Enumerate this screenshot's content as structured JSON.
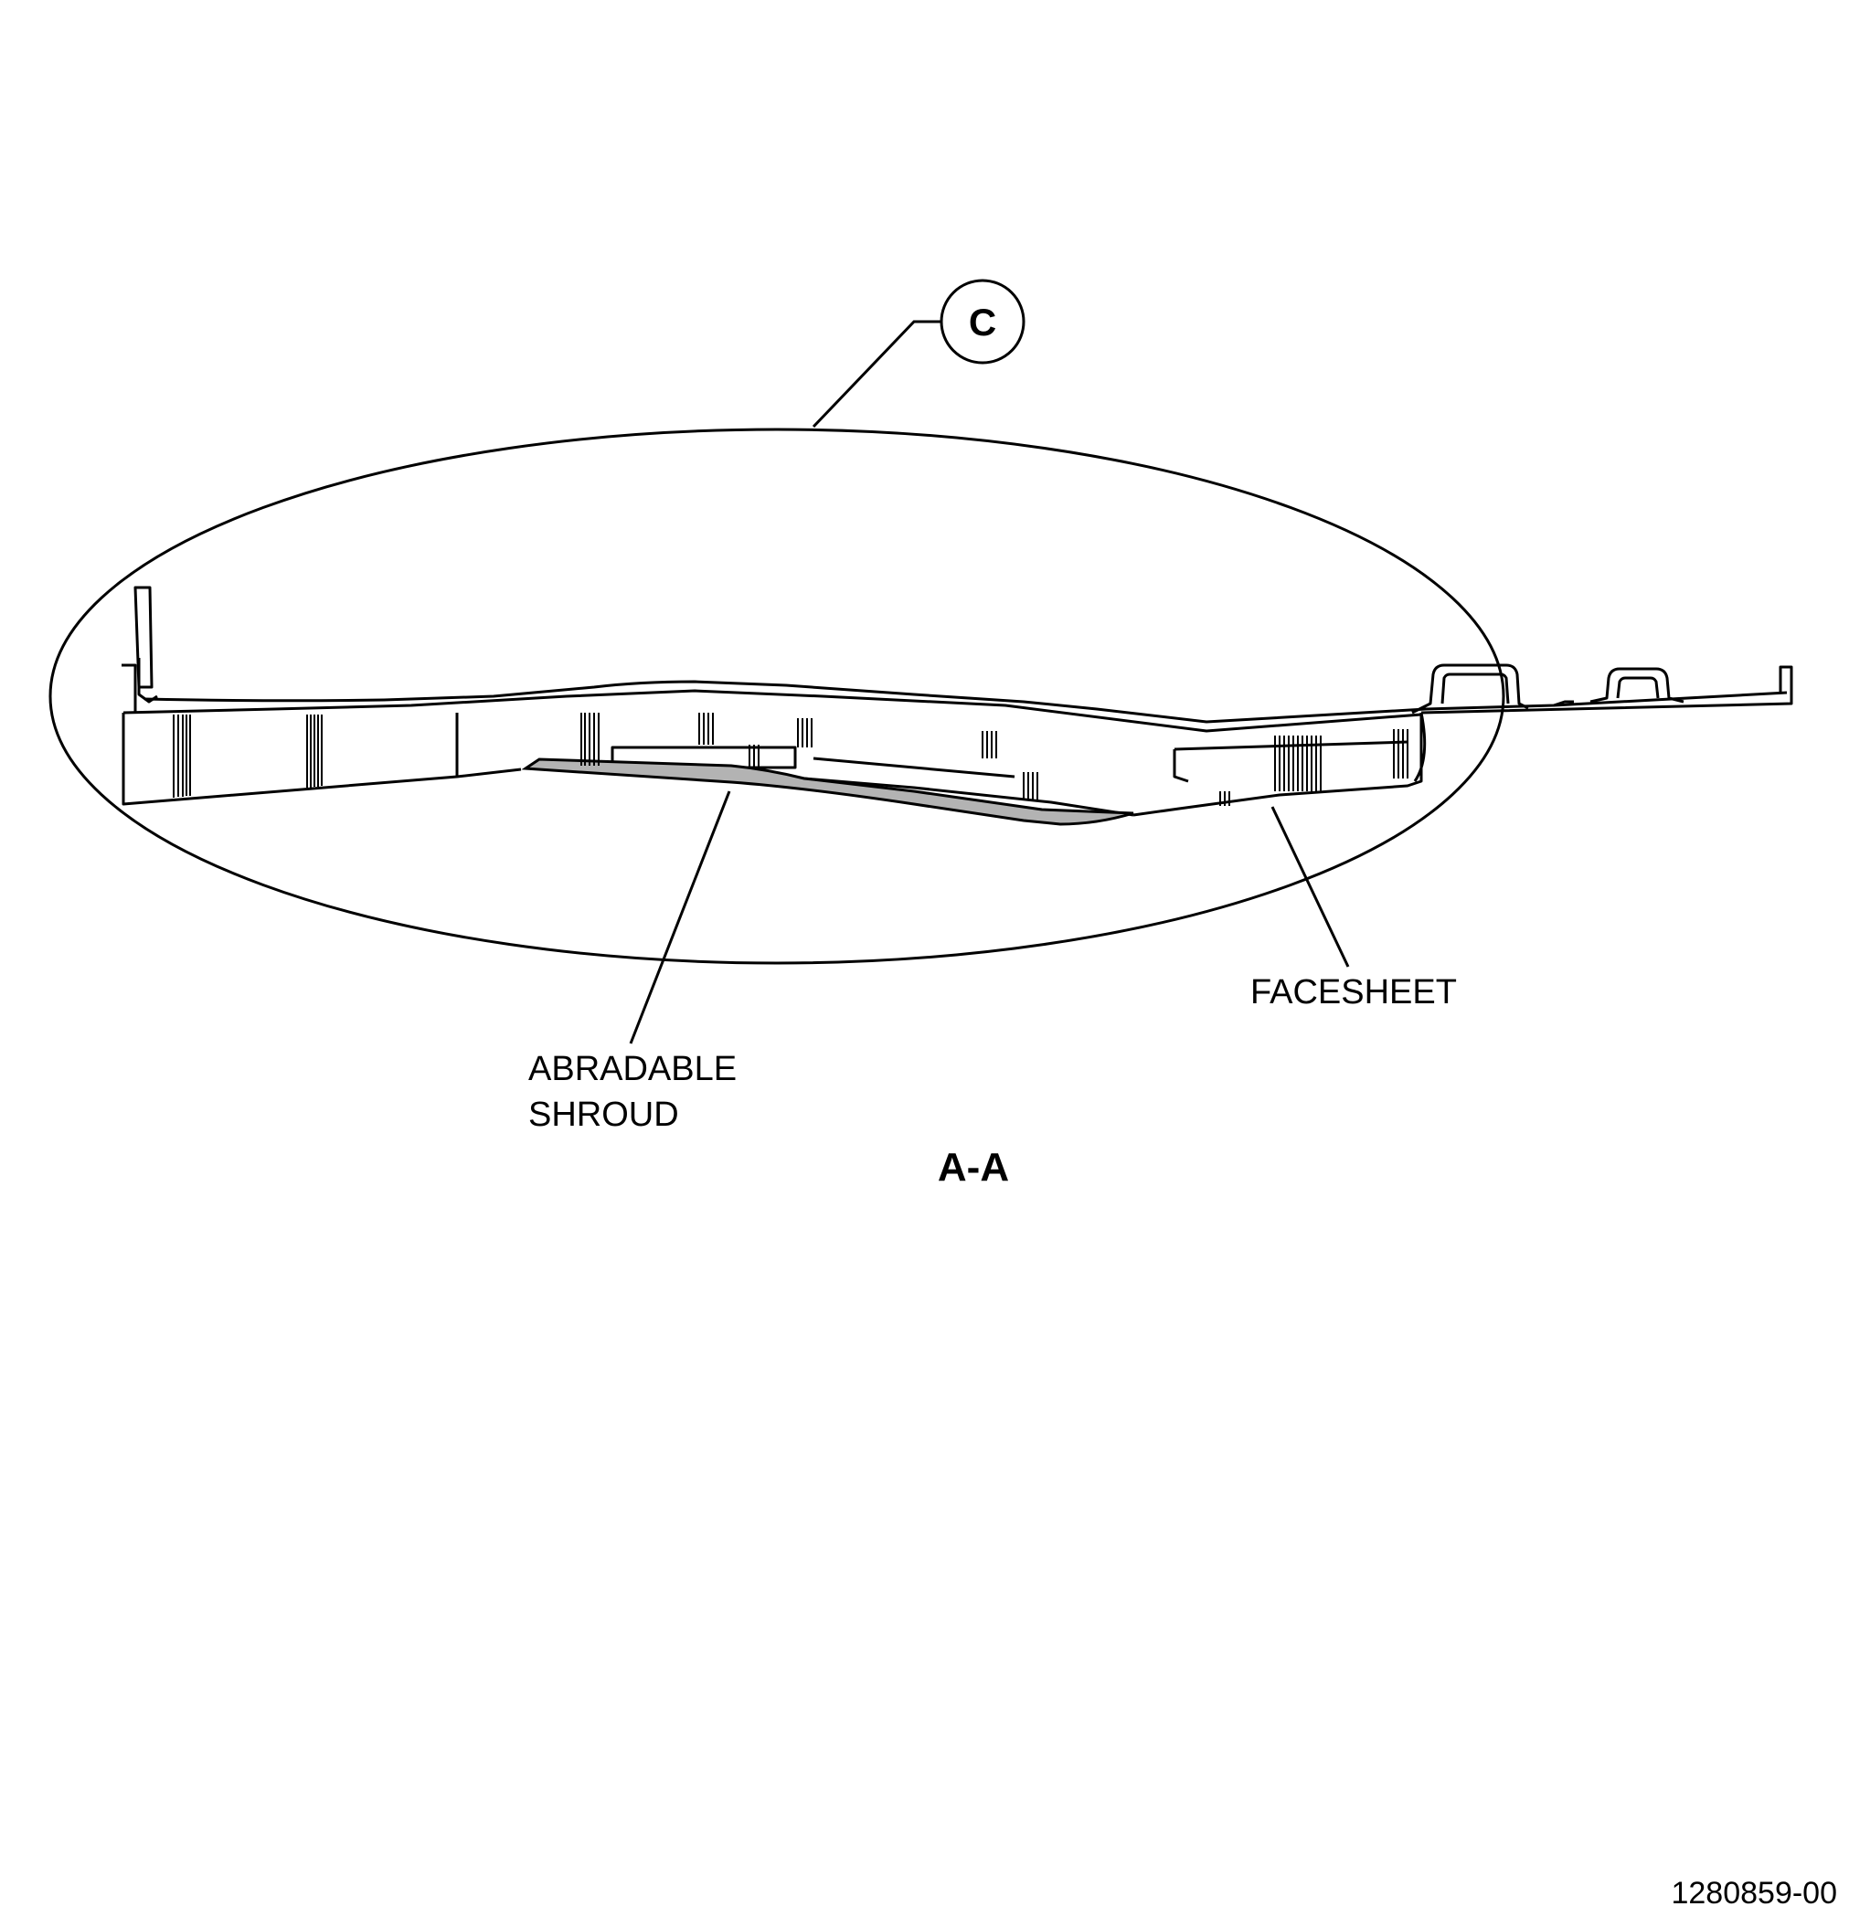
{
  "callout": {
    "letter": "C"
  },
  "labels": {
    "facesheet": "FACESHEET",
    "abradable_line1": "ABRADABLE",
    "abradable_line2": "SHROUD"
  },
  "view_title": "A-A",
  "figure_number": "1280859-00",
  "colors": {
    "line": "#000000",
    "shroud_fill": "#b3b3b3",
    "background": "#ffffff"
  }
}
